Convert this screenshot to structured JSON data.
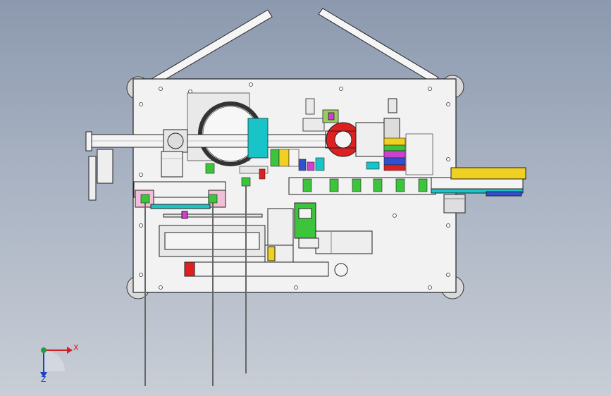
{
  "app": {
    "view": "Front",
    "mode": "shaded-with-edges"
  },
  "triad": {
    "x_label": "X",
    "z_label": "Z",
    "x_color": "#d0202a",
    "y_color": "#20a040",
    "z_color": "#2040c0"
  },
  "colors": {
    "background_top": "#8c99ae",
    "background_bottom": "#c9ced6",
    "plate": "#f2f2f2",
    "edge": "#222222",
    "accent_cyan": "#18c4c8",
    "accent_green": "#3cc43c",
    "accent_yellow": "#f0d020",
    "accent_red": "#e02020",
    "accent_blue": "#3050d0",
    "accent_magenta": "#d040d0"
  }
}
